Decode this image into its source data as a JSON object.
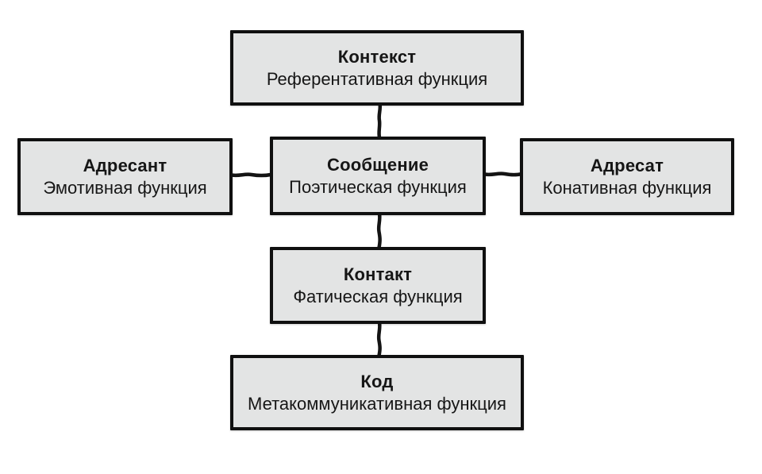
{
  "diagram": {
    "boxes": [
      {
        "id": "context",
        "title": "Контекст",
        "subtitle": "Референтативная функция"
      },
      {
        "id": "addresser",
        "title": "Адресант",
        "subtitle": "Эмотивная функция"
      },
      {
        "id": "message",
        "title": "Сообщение",
        "subtitle": "Поэтическая функция"
      },
      {
        "id": "addressee",
        "title": "Адресат",
        "subtitle": "Конативная функция"
      },
      {
        "id": "contact",
        "title": "Контакт",
        "subtitle": "Фатическая функция"
      },
      {
        "id": "code",
        "title": "Код",
        "subtitle": "Метакоммуникативная функция"
      }
    ],
    "connectors": [
      {
        "from": "context",
        "to": "message",
        "orientation": "vertical"
      },
      {
        "from": "addresser",
        "to": "message",
        "orientation": "horizontal"
      },
      {
        "from": "message",
        "to": "addressee",
        "orientation": "horizontal"
      },
      {
        "from": "message",
        "to": "contact",
        "orientation": "vertical"
      },
      {
        "from": "contact",
        "to": "code",
        "orientation": "vertical"
      }
    ],
    "colors": {
      "background": "#ffffff",
      "box_fill": "#e3e4e4",
      "box_border": "#101010",
      "text": "#161616",
      "line": "#141414"
    }
  }
}
